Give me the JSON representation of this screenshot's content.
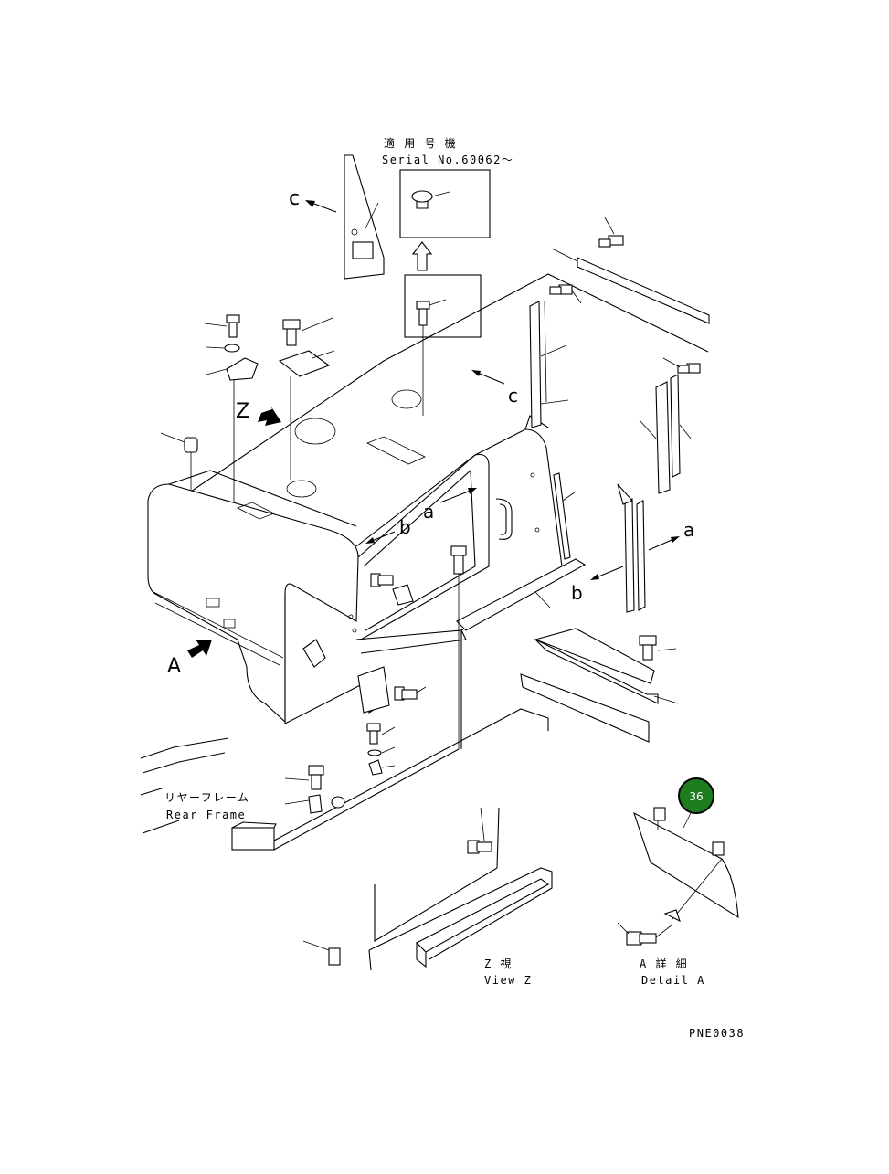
{
  "labels": {
    "applicable_serial_jp": "適 用 号 機",
    "serial_no": "Serial No.60062～",
    "rear_frame_jp": "リヤーフレーム",
    "rear_frame_en": "Rear Frame",
    "view_z_jp": "Z  視",
    "view_z_en": "View Z",
    "detail_a_jp": "A 詳 細",
    "detail_a_en": "Detail A",
    "drawing_code": "PNE0038"
  },
  "callouts": {
    "c_top": "c",
    "c_mid": "c",
    "z_view": "Z",
    "a_view": "A",
    "a_left": "a",
    "a_right": "a",
    "b_left": "b",
    "b_right": "b"
  },
  "badge": {
    "number": "36",
    "color": "#1e7d1e"
  }
}
